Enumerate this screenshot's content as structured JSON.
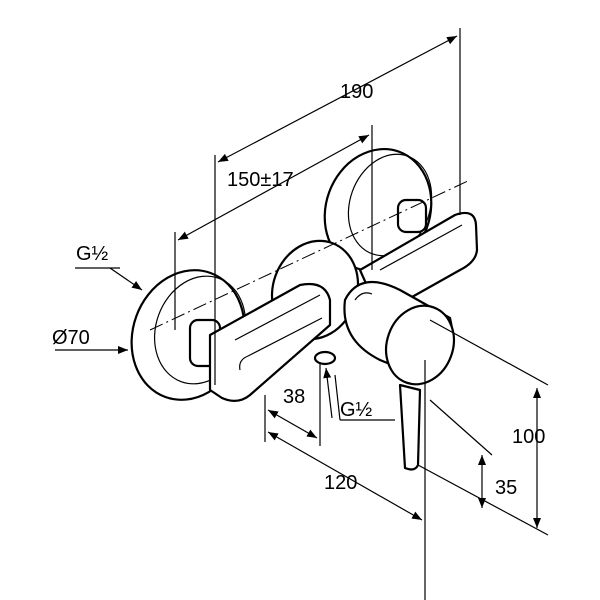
{
  "drawing": {
    "title": "Shower mixer dimension drawing",
    "dimensions": {
      "overall_width": "190",
      "center_distance": "150±17",
      "inlet_thread": "G½",
      "rosette_diameter": "Ø70",
      "outlet_offset": "38",
      "outlet_thread": "G½",
      "height": "100",
      "depth": "120",
      "outlet_height": "35"
    }
  }
}
